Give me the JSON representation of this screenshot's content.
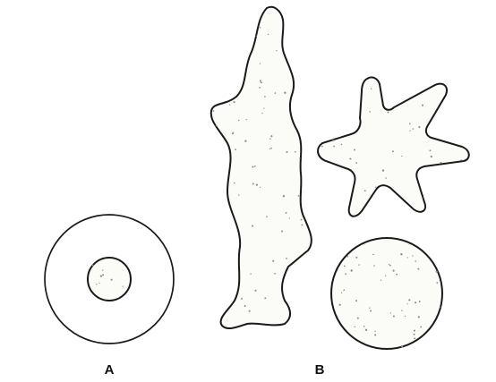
{
  "labels": {
    "a": "A",
    "b": "B"
  },
  "colors": {
    "stroke": "#1a1a1a",
    "fill": "#fbfbf8",
    "stipple": "#8c8c8c",
    "background": "#ffffff"
  },
  "shapes": {
    "a": [
      "outer-circle",
      "inner-circle"
    ],
    "b": [
      "elongated-irregular-shape",
      "star-shape",
      "stippled-circle"
    ]
  }
}
